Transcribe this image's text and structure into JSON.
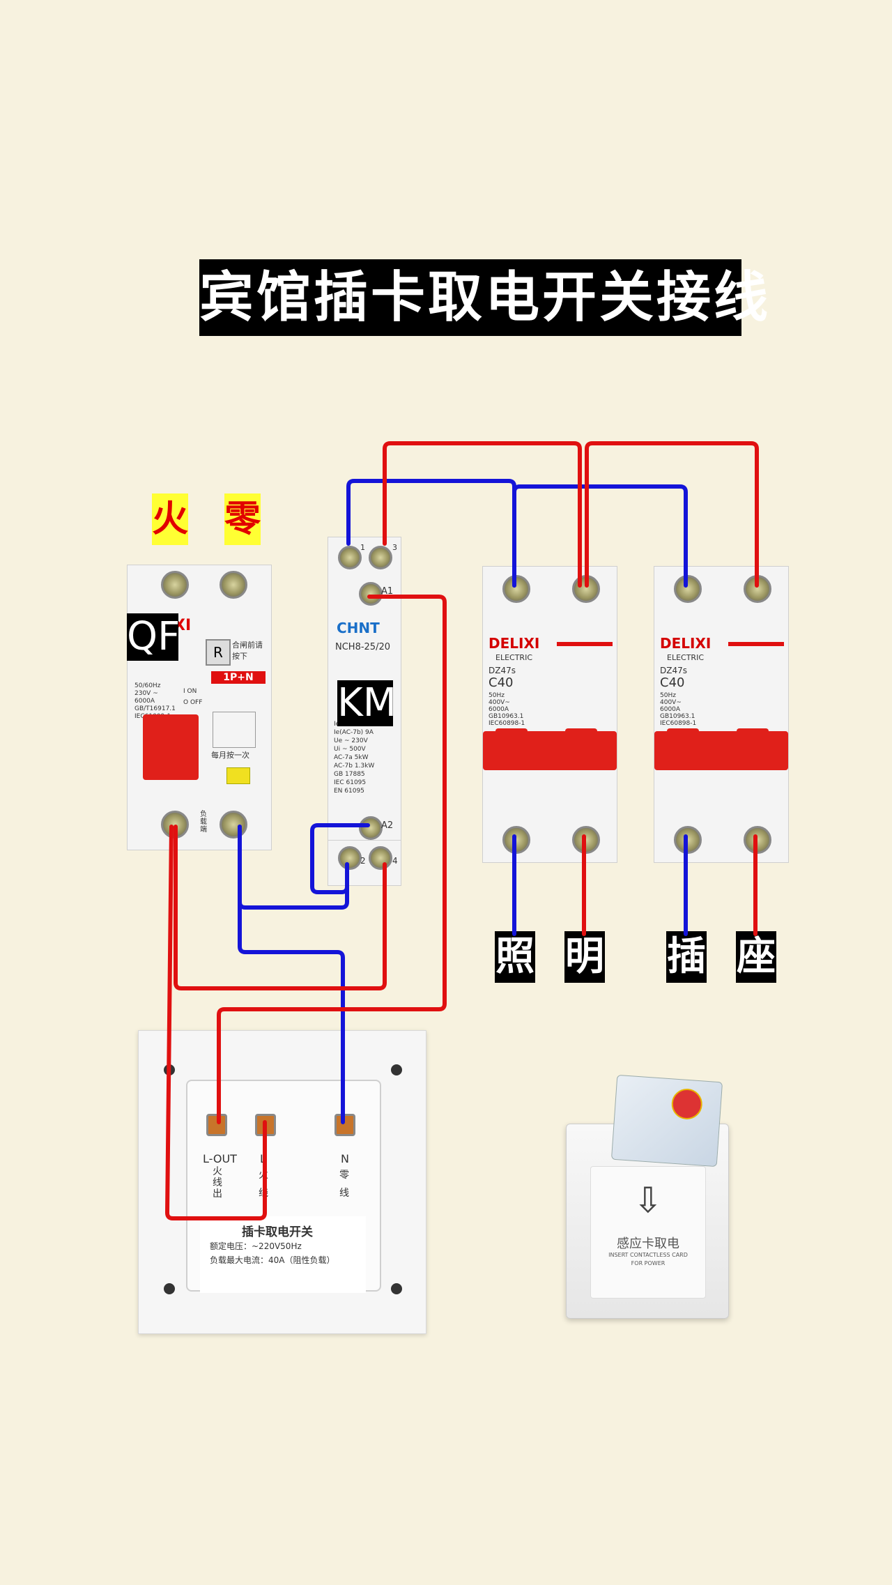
{
  "title": "宾馆插卡取电开关接线",
  "labels": {
    "fire": "火",
    "zero": "零",
    "qf": "QF",
    "km": "KM",
    "lighting_1": "照",
    "lighting_2": "明",
    "socket_1": "插",
    "socket_2": "座"
  },
  "rcbo": {
    "brand": "XI",
    "button": "R",
    "note": "合闸前请按下",
    "pole": "1P+N",
    "specs": [
      "50/60Hz",
      "230V ~",
      "6000A",
      "GB/T16917.1",
      "IEC61009-1"
    ],
    "on": "I ON",
    "off": "O OFF",
    "monthly": "每月按一次",
    "load": "负载端"
  },
  "contactor": {
    "brand": "CHNT",
    "model": "NCH8-25/20",
    "terminals_top": [
      "1",
      "3"
    ],
    "a1": "A1",
    "a2": "A2",
    "terminals_bottom": [
      "2",
      "4"
    ],
    "specs": [
      "Ie(AC-7a) 25A",
      "Ie(AC-7b) 9A",
      "Ue ~ 230V",
      "Ui ~ 500V",
      "AC-7a 5kW",
      "AC-7b 1.3kW",
      "GB 17885",
      "IEC 61095",
      "EN 61095"
    ]
  },
  "breakers": [
    {
      "brand": "DELIXI",
      "sub": "ELECTRIC",
      "model": "DZ47s",
      "rating": "C40",
      "specs": [
        "50Hz",
        "400V~",
        "6000A",
        "GB10963.1",
        "IEC60898-1"
      ]
    },
    {
      "brand": "DELIXI",
      "sub": "ELECTRIC",
      "model": "DZ47s",
      "rating": "C40",
      "specs": [
        "50Hz",
        "400V~",
        "6000A",
        "GB10963.1",
        "IEC60898-1"
      ]
    }
  ],
  "card_switch": {
    "term_lout": "L-OUT",
    "term_lout_cn": "火线出",
    "term_l": "L",
    "term_l_cn": "火线",
    "term_n": "N",
    "term_n_cn": "零线",
    "name": "插卡取电开关",
    "voltage": "额定电压：~220V50Hz",
    "current": "负载最大电流：40A（阻性负载）"
  },
  "card_holder": {
    "label_cn": "感应卡取电",
    "label_en_1": "INSERT CONTACTLESS CARD",
    "label_en_2": "FOR POWER"
  },
  "colors": {
    "live": "#e01010",
    "neutral": "#1414d8",
    "background": "#f7f2df"
  }
}
